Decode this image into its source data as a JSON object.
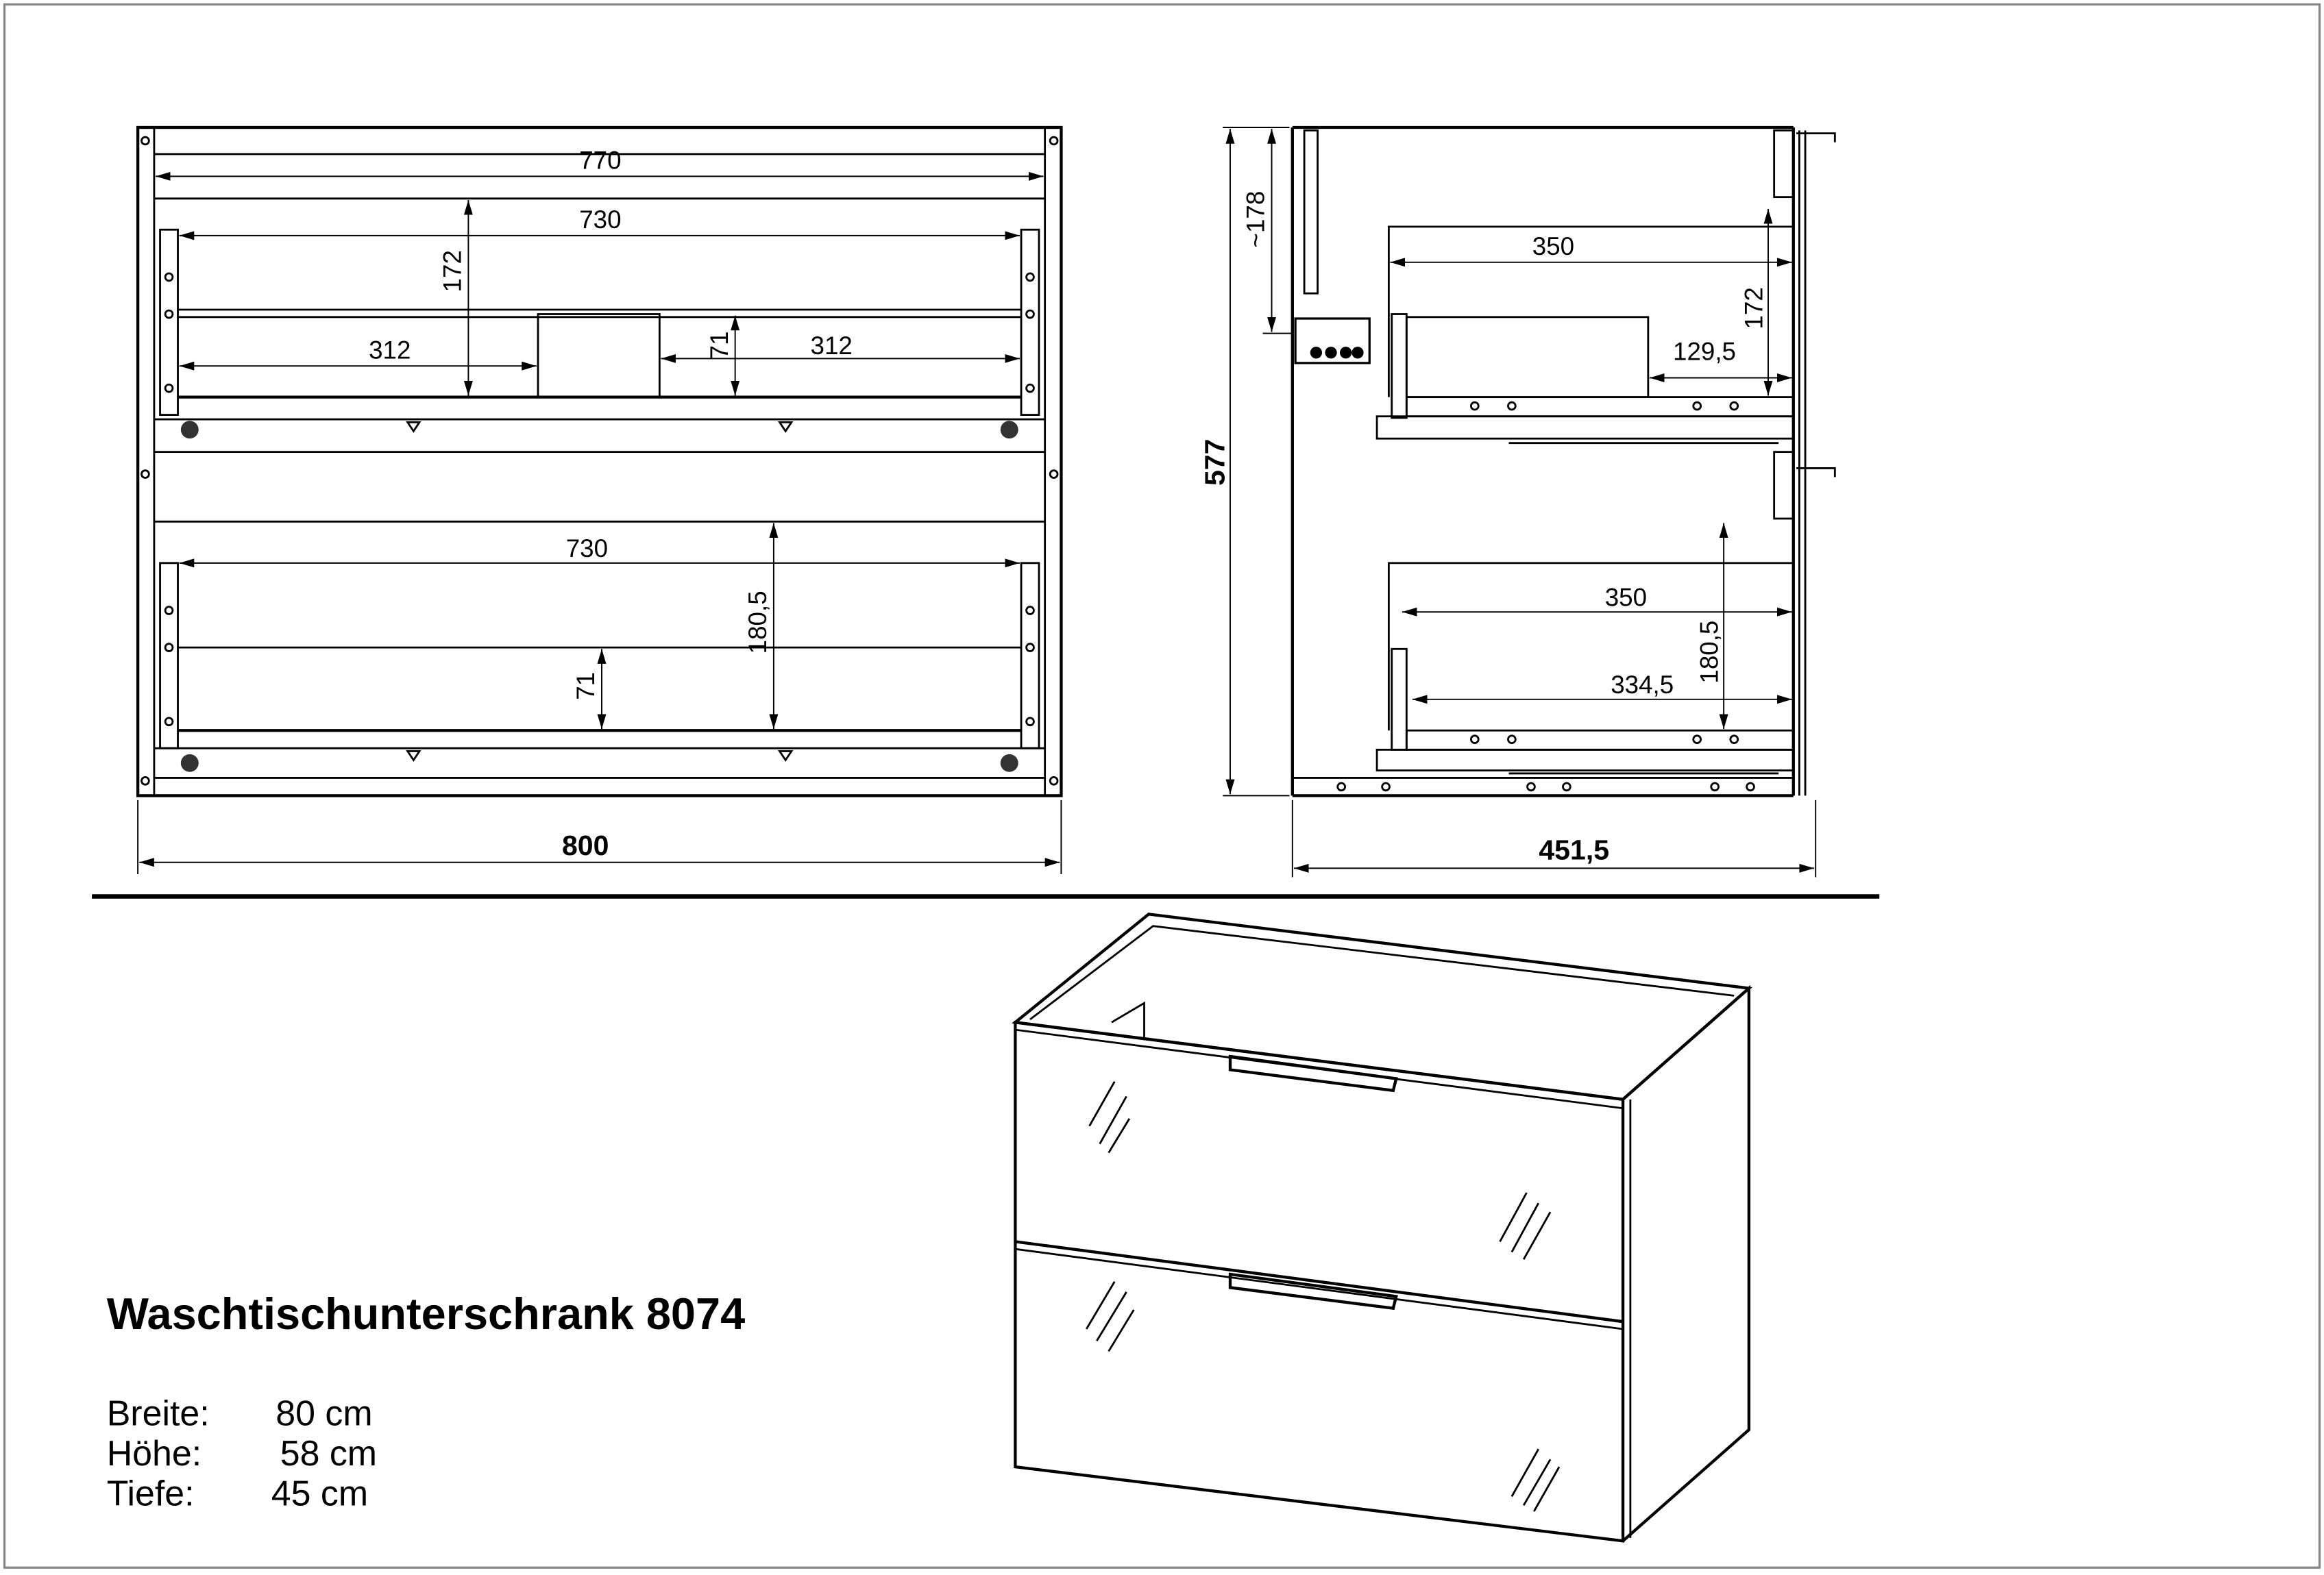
{
  "front_view": {
    "dims": {
      "inner_width_top": "770",
      "drawer1_width": "730",
      "drawer1_left": "312",
      "drawer1_right": "312",
      "drawer1_height": "172",
      "drawer1_cutout": "71",
      "drawer2_width": "730",
      "drawer2_height": "180,5",
      "drawer2_inner": "71",
      "total_width": "800"
    }
  },
  "side_view": {
    "dims": {
      "total_height": "577",
      "top_offset": "~178",
      "drawer1_depth": "350",
      "drawer1_height": "172",
      "drawer1_cutout_depth": "129,5",
      "drawer2_depth": "350",
      "drawer2_height": "180,5",
      "drawer2_inner_depth": "334,5",
      "total_depth": "451,5"
    }
  },
  "product": {
    "title": "Waschtischunterschrank 8074",
    "specs": [
      {
        "label": "Breite:",
        "value": "80 cm"
      },
      {
        "label": "Höhe:",
        "value": "58 cm"
      },
      {
        "label": "Tiefe:",
        "value": "45 cm"
      }
    ]
  }
}
